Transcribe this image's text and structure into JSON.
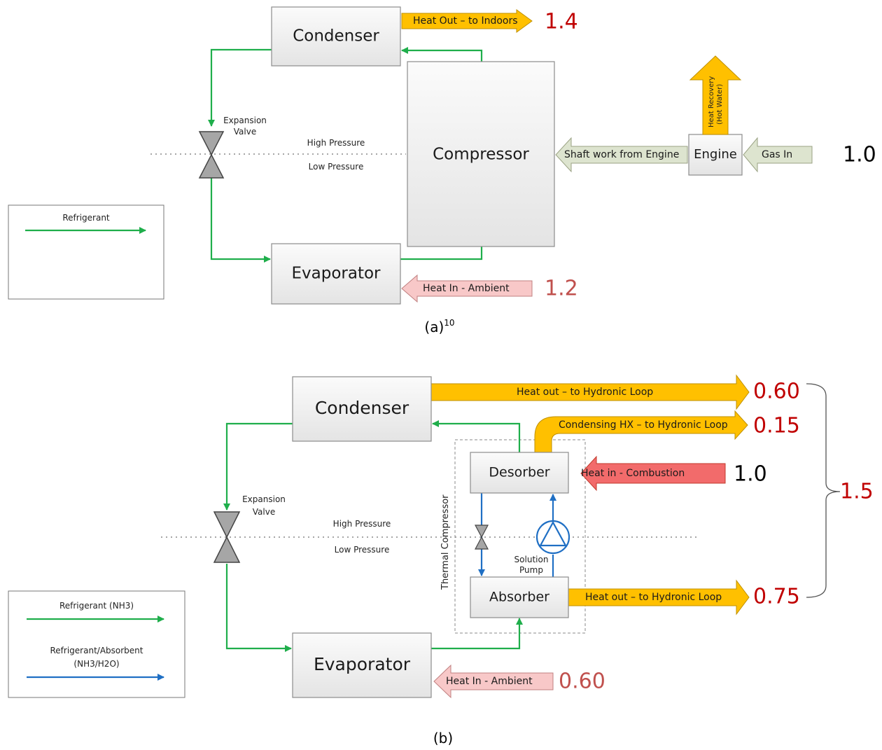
{
  "diagram_a": {
    "caption": "(a)",
    "caption_sup": "10",
    "condenser": "Condenser",
    "evaporator": "Evaporator",
    "compressor": "Compressor",
    "engine": "Engine",
    "expansion_valve": [
      "Expansion",
      "Valve"
    ],
    "high_pressure": "High Pressure",
    "low_pressure": "Low Pressure",
    "heat_out": "Heat Out – to Indoors",
    "heat_in": "Heat In - Ambient",
    "shaft_work": "Shaft work from Engine",
    "gas_in": "Gas In",
    "heat_recovery": [
      "Heat Recovery",
      "(Hot Water)"
    ],
    "value_heat_out": "1.4",
    "value_heat_in": "1.2",
    "value_gas_in": "1.0",
    "legend_refrigerant": "Refrigerant"
  },
  "diagram_b": {
    "caption": "(b)",
    "condenser": "Condenser",
    "evaporator": "Evaporator",
    "desorber": "Desorber",
    "absorber": "Absorber",
    "thermal_compressor": "Thermal Compressor",
    "expansion_valve": [
      "Expansion",
      "Valve"
    ],
    "high_pressure": "High Pressure",
    "low_pressure": "Low Pressure",
    "solution_pump": [
      "Solution",
      "Pump"
    ],
    "heat_out_condenser": "Heat out – to Hydronic Loop",
    "condensing_hx": "Condensing HX – to Hydronic Loop",
    "heat_in_combustion": "Heat in - Combustion",
    "heat_out_absorber": "Heat out – to Hydronic Loop",
    "heat_in_ambient": "Heat In - Ambient",
    "value_condenser": "0.60",
    "value_condensing_hx": "0.15",
    "value_combustion": "1.0",
    "value_absorber": "0.75",
    "value_ambient": "0.60",
    "value_total": "1.5",
    "legend_refrigerant": "Refrigerant (NH3)",
    "legend_mix": [
      "Refrigerant/Absorbent",
      "(NH3/H2O)"
    ]
  },
  "colors": {
    "refrigerant": "#1fae4b",
    "solution": "#1f6fc4",
    "heat_out": "#ffc000",
    "heat_in_ambient": "#f8c8c8",
    "heat_in_combustion": "#f26b6b",
    "shaft": "#dde4cf",
    "value_red": "#c00000"
  }
}
